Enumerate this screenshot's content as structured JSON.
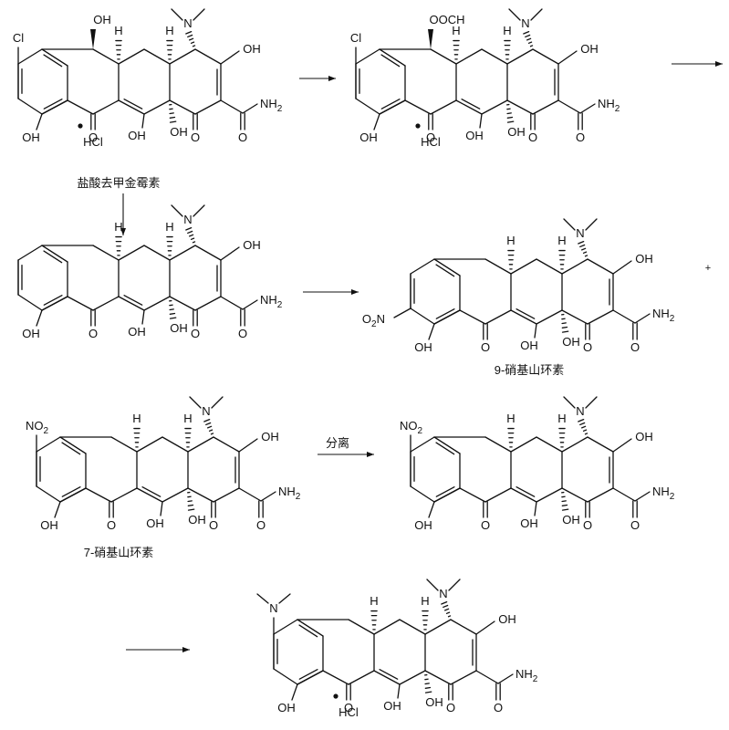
{
  "compounds": [
    {
      "id": "c1",
      "name": "盐酸去甲金霉素",
      "labels": {
        "sub7": "Cl",
        "sub9": "",
        "c5": "OH",
        "c5_stereo": "H",
        "salt": "HCl"
      }
    },
    {
      "id": "c2",
      "name": "",
      "labels": {
        "sub7": "Cl",
        "sub9": "",
        "c5": "OOCH",
        "c5_stereo": "H",
        "salt": "HCl"
      }
    },
    {
      "id": "c3",
      "name": "",
      "labels": {
        "sub7": "",
        "sub9": "",
        "c5": "",
        "c5_stereo": "H",
        "salt": ""
      }
    },
    {
      "id": "c4",
      "name": "9-硝基山环素",
      "labels": {
        "sub7": "",
        "sub9": "O2N",
        "c5": "",
        "c5_stereo": "H",
        "salt": ""
      }
    },
    {
      "id": "c5",
      "name": "7-硝基山环素",
      "labels": {
        "sub7": "NO2",
        "sub9": "",
        "c5": "",
        "c5_stereo": "H",
        "salt": ""
      }
    },
    {
      "id": "c6",
      "name": "",
      "labels": {
        "sub7": "NO2",
        "sub9": "",
        "c5": "",
        "c5_stereo": "H",
        "salt": ""
      }
    },
    {
      "id": "c7",
      "name": "",
      "labels": {
        "sub7": "N",
        "sub9": "",
        "c5": "",
        "c5_stereo": "H",
        "salt": "HCl"
      }
    }
  ],
  "common_labels": {
    "oh": "OH",
    "h": "H",
    "n": "N",
    "nh2": "NH2",
    "o": "O"
  },
  "plus_sign": "+",
  "arrows": [
    {
      "id": "a1",
      "label": ""
    },
    {
      "id": "a2",
      "label": ""
    },
    {
      "id": "a3",
      "label": ""
    },
    {
      "id": "a4",
      "label": ""
    },
    {
      "id": "a5",
      "label": "分离"
    },
    {
      "id": "a6",
      "label": ""
    }
  ],
  "colors": {
    "ink": "#111111",
    "background": "#ffffff"
  }
}
